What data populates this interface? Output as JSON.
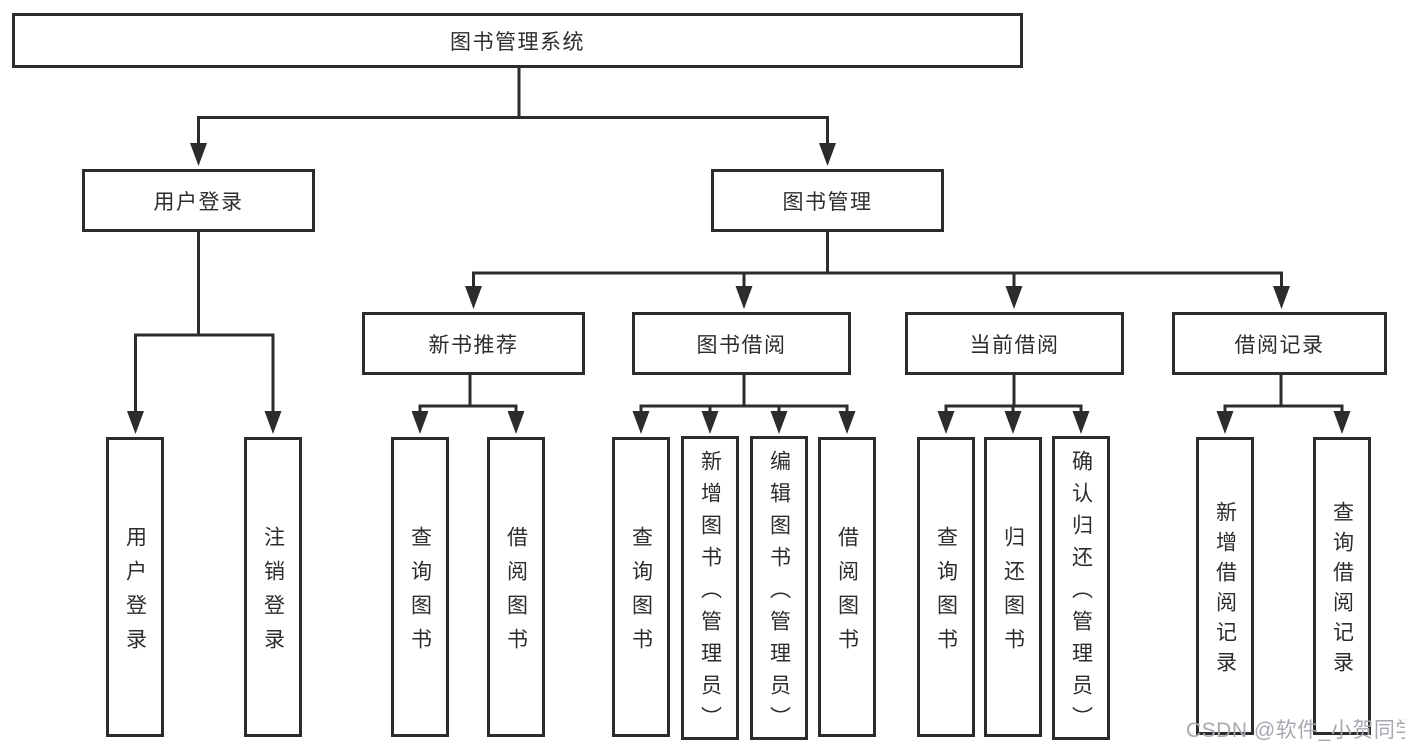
{
  "diagram_type": "hierarchy-tree",
  "colors": {
    "line": "#2c2c2c",
    "box_border": "#2c2c2c",
    "text": "#2d2d2d",
    "background": "#ffffff",
    "watermark": "#a8a8b0"
  },
  "tree": {
    "label": "图书管理系统",
    "children": [
      {
        "label": "用户登录",
        "children": [
          {
            "label": "用户登录"
          },
          {
            "label": "注销登录"
          }
        ]
      },
      {
        "label": "图书管理",
        "children": [
          {
            "label": "新书推荐",
            "children": [
              {
                "label": "查询图书"
              },
              {
                "label": "借阅图书"
              }
            ]
          },
          {
            "label": "图书借阅",
            "children": [
              {
                "label": "查询图书"
              },
              {
                "label": "新增图书（管理员）"
              },
              {
                "label": "编辑图书（管理员）"
              },
              {
                "label": "借阅图书"
              }
            ]
          },
          {
            "label": "当前借阅",
            "children": [
              {
                "label": "查询图书"
              },
              {
                "label": "归还图书"
              },
              {
                "label": "确认归还（管理员）"
              }
            ]
          },
          {
            "label": "借阅记录",
            "children": [
              {
                "label": "新增借阅记录"
              },
              {
                "label": "查询借阅记录"
              }
            ]
          }
        ]
      }
    ]
  },
  "watermark": {
    "text": "CSDN @软件_小贺同学"
  }
}
